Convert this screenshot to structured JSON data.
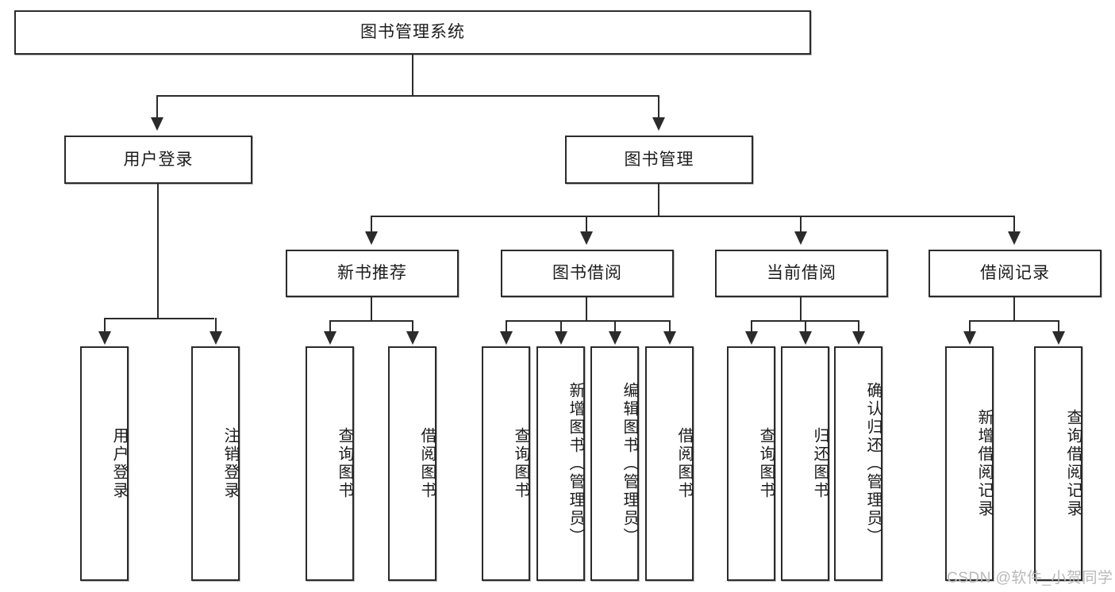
{
  "diagram": {
    "type": "tree-hierarchy-chart",
    "title": "图书管理系统",
    "root": {
      "id": "root",
      "label": "图书管理系统"
    },
    "level2": [
      {
        "id": "user-login",
        "label": "用户登录"
      },
      {
        "id": "book-manage",
        "label": "图书管理"
      }
    ],
    "level3": [
      {
        "id": "new-book-recommend",
        "label": "新书推荐"
      },
      {
        "id": "book-borrow",
        "label": "图书借阅"
      },
      {
        "id": "current-borrow",
        "label": "当前借阅"
      },
      {
        "id": "borrow-record",
        "label": "借阅记录"
      }
    ],
    "leaves": {
      "user_login": [
        {
          "id": "leaf-user-login",
          "label": "用户登录"
        },
        {
          "id": "leaf-logout-login",
          "label": "注销登录"
        }
      ],
      "new_book_recommend": [
        {
          "id": "leaf-query-book-1",
          "label": "查询图书"
        },
        {
          "id": "leaf-borrow-book-1",
          "label": "借阅图书"
        }
      ],
      "book_borrow": [
        {
          "id": "leaf-query-book-2",
          "label": "查询图书"
        },
        {
          "id": "leaf-add-book",
          "label": "新增图书（管理员）"
        },
        {
          "id": "leaf-edit-book",
          "label": "编辑图书（管理员）"
        },
        {
          "id": "leaf-borrow-book-2",
          "label": "借阅图书"
        }
      ],
      "current_borrow": [
        {
          "id": "leaf-query-book-3",
          "label": "查询图书"
        },
        {
          "id": "leaf-return-book",
          "label": "归还图书"
        },
        {
          "id": "leaf-confirm-return",
          "label": "确认归还（管理员）"
        }
      ],
      "borrow_record": [
        {
          "id": "leaf-add-record",
          "label": "新增借阅记录"
        },
        {
          "id": "leaf-query-record",
          "label": "查询借阅记录"
        }
      ]
    }
  },
  "watermark": {
    "text": "CSDN @软件_小贺同学"
  },
  "colors": {
    "box_border": "#2b2b2b",
    "box_fill": "#ffffff",
    "text": "#1c1c1c",
    "connector": "#2b2b2b",
    "watermark": "#b9b9b9",
    "background": "#ffffff"
  }
}
